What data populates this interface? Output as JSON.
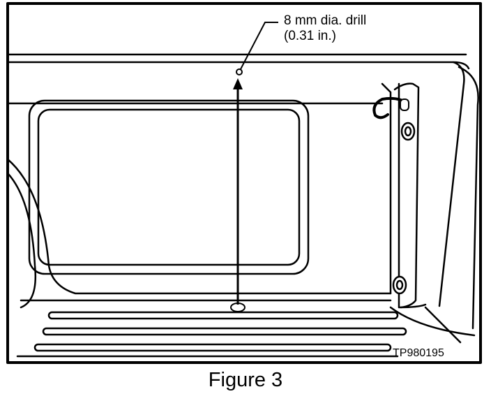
{
  "callout": {
    "line1": "8 mm dia. drill",
    "line2": "(0.31 in.)"
  },
  "reference_code": "TP980195",
  "caption": "Figure 3",
  "colors": {
    "ink": "#000000",
    "paper": "#ffffff"
  },
  "icons": [
    "drill-hole-icon",
    "hook-icon",
    "bolt-icon"
  ]
}
